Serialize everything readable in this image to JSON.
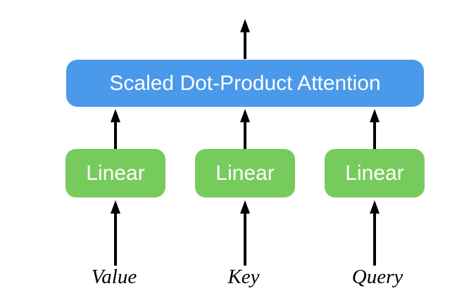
{
  "attention_box": {
    "label": "Scaled Dot-Product Attention"
  },
  "linear_boxes": [
    {
      "label": "Linear"
    },
    {
      "label": "Linear"
    },
    {
      "label": "Linear"
    }
  ],
  "input_labels": [
    {
      "label": "Value"
    },
    {
      "label": "Key"
    },
    {
      "label": "Query"
    }
  ],
  "colors": {
    "attention_box_fill": "#4A99EA",
    "linear_box_fill": "#77CB5C",
    "box_text": "#FFFFFF",
    "arrow": "#000000",
    "input_text": "#000000",
    "background": "#FFFFFF"
  }
}
